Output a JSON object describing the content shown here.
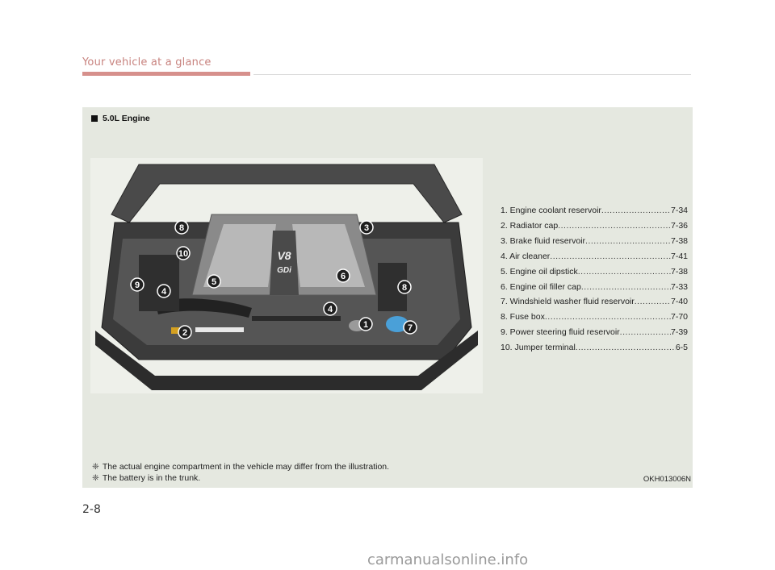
{
  "header": {
    "title": "Your vehicle at a glance"
  },
  "section": {
    "heading": "5.0L Engine"
  },
  "illustration": {
    "engine_badge_top": "V8",
    "engine_badge_bottom": "GDi",
    "callouts": [
      "8",
      "3",
      "10",
      "5",
      "6",
      "9",
      "4",
      "8",
      "4",
      "1",
      "7",
      "2"
    ]
  },
  "legend": [
    {
      "name": "1. Engine coolant reservoir",
      "page": "7-34"
    },
    {
      "name": "2. Radiator cap",
      "page": "7-36"
    },
    {
      "name": "3. Brake fluid reservoir",
      "page": "7-38"
    },
    {
      "name": "4. Air cleaner",
      "page": "7-41"
    },
    {
      "name": "5. Engine oil dipstick",
      "page": "7-38"
    },
    {
      "name": "6. Engine oil filler cap",
      "page": "7-33"
    },
    {
      "name": "7. Windshield washer fluid reservoir",
      "page": "7-40"
    },
    {
      "name": "8. Fuse box",
      "page": "7-70"
    },
    {
      "name": "9. Power steering fluid reservoir",
      "page": "7-39"
    },
    {
      "name": "10. Jumper terminal",
      "page": "6-5"
    }
  ],
  "notes": [
    "The actual engine compartment in the vehicle may differ from the illustration.",
    "The battery is in the trunk."
  ],
  "note_marker": "❈",
  "figure_code": "OKH013006N",
  "page_number": "2-8",
  "watermark": "carmanualsonline.info",
  "colors": {
    "accent": "#d6908c",
    "panel": "#e5e8e0",
    "callout": "#1f1f1f"
  }
}
